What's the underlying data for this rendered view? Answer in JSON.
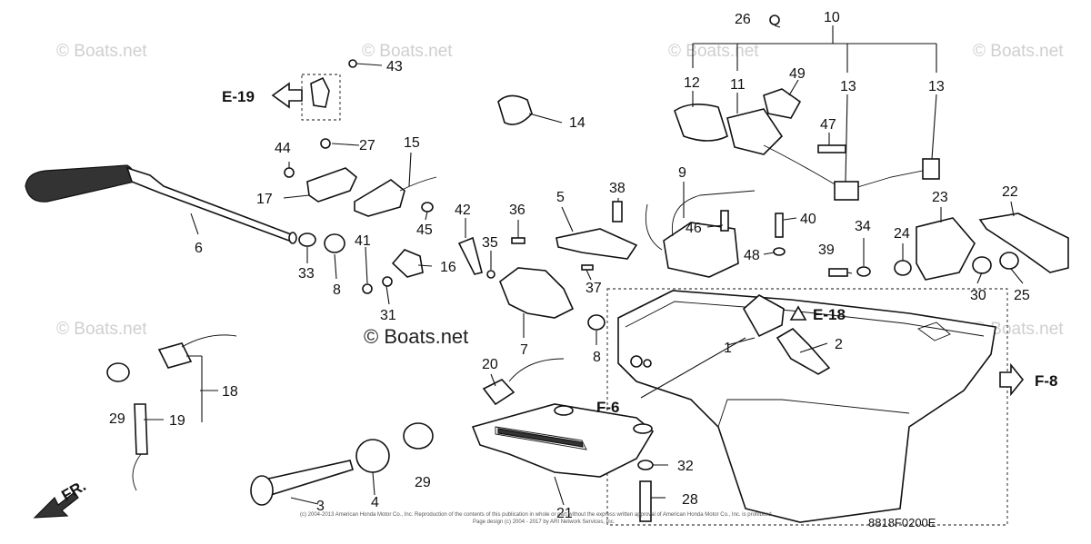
{
  "watermark": {
    "text": "© Boats.net",
    "center": "© Boats.net"
  },
  "callouts": {
    "c1": "1",
    "c2": "2",
    "c3": "3",
    "c4": "4",
    "c5": "5",
    "c6": "6",
    "c7": "7",
    "c8a": "8",
    "c8b": "8",
    "c9": "9",
    "c10": "10",
    "c11": "11",
    "c12": "12",
    "c13a": "13",
    "c13b": "13",
    "c14": "14",
    "c15": "15",
    "c16": "16",
    "c17": "17",
    "c18": "18",
    "c19": "19",
    "c20": "20",
    "c21": "21",
    "c22": "22",
    "c23": "23",
    "c24": "24",
    "c25": "25",
    "c26": "26",
    "c27": "27",
    "c28": "28",
    "c29a": "29",
    "c29b": "29",
    "c30": "30",
    "c31": "31",
    "c32": "32",
    "c33": "33",
    "c34": "34",
    "c35": "35",
    "c36": "36",
    "c37": "37",
    "c38": "38",
    "c39": "39",
    "c40": "40",
    "c41": "41",
    "c42": "42",
    "c43": "43",
    "c44": "44",
    "c45": "45",
    "c46": "46",
    "c47": "47",
    "c48": "48",
    "c49": "49"
  },
  "references": {
    "e19": "E-19",
    "e18": "E-18",
    "f6": "F-6",
    "f8": "F-8",
    "fr": "FR."
  },
  "footer": {
    "copyright_line1": "(c) 2004-2013 American Honda Motor Co., Inc. Reproduction of the contents of this publication in whole or part without the express written approval of American Honda Motor Co., Inc. is prohibited.",
    "copyright_line2": "Page design (c) 2004 - 2017 by ARI Network Services, Inc.",
    "diagram_code": "8818F0200E"
  }
}
